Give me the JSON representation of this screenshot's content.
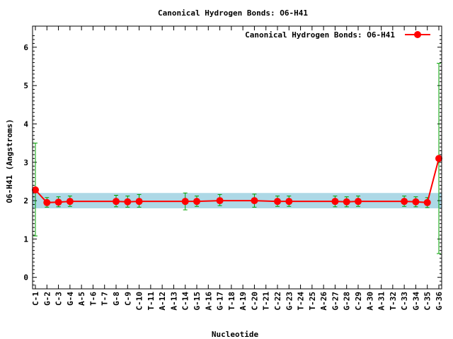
{
  "chart_data": {
    "type": "line",
    "title": "Canonical Hydrogen Bonds: O6-H41",
    "xlabel": "Nucleotide",
    "ylabel": "O6-H41 (Angstroms)",
    "ylim": [
      -0.3,
      6.55
    ],
    "yticks": [
      0,
      1,
      2,
      3,
      4,
      5,
      6
    ],
    "categories": [
      "C-1",
      "G-2",
      "C-3",
      "G-4",
      "A-5",
      "T-6",
      "T-7",
      "G-8",
      "C-9",
      "C-10",
      "T-11",
      "A-12",
      "A-13",
      "C-14",
      "G-15",
      "A-16",
      "G-17",
      "T-18",
      "A-19",
      "C-20",
      "T-21",
      "C-22",
      "G-23",
      "T-24",
      "T-25",
      "A-26",
      "G-27",
      "G-28",
      "C-29",
      "A-30",
      "A-31",
      "T-32",
      "C-33",
      "G-34",
      "C-35",
      "G-36"
    ],
    "band": {
      "low": 1.8,
      "high": 2.2,
      "color": "#add8e6"
    },
    "legend": {
      "position": "top-right",
      "label": "Canonical Hydrogen Bonds: O6-H41"
    },
    "series_color": "#ff0000",
    "errorbar_color": "#00a000",
    "series": [
      {
        "name": "Canonical Hydrogen Bonds: O6-H41",
        "x": [
          1,
          2,
          3,
          4,
          8,
          9,
          10,
          14,
          15,
          17,
          20,
          22,
          23,
          27,
          28,
          29,
          33,
          34,
          35,
          36
        ],
        "values": [
          2.28,
          1.95,
          1.96,
          1.98,
          1.98,
          1.97,
          1.98,
          1.98,
          1.98,
          2.0,
          2.0,
          1.98,
          1.98,
          1.98,
          1.97,
          1.98,
          1.98,
          1.97,
          1.95,
          3.1
        ],
        "err_low": [
          1.08,
          1.83,
          1.84,
          1.85,
          1.84,
          1.83,
          1.83,
          1.76,
          1.85,
          1.87,
          1.83,
          1.85,
          1.85,
          1.84,
          1.84,
          1.85,
          1.85,
          1.84,
          1.82,
          0.62
        ],
        "err_high": [
          3.5,
          2.08,
          2.1,
          2.12,
          2.14,
          2.12,
          2.16,
          2.2,
          2.12,
          2.16,
          2.17,
          2.12,
          2.12,
          2.12,
          2.1,
          2.12,
          2.12,
          2.1,
          2.08,
          5.58
        ]
      }
    ]
  }
}
